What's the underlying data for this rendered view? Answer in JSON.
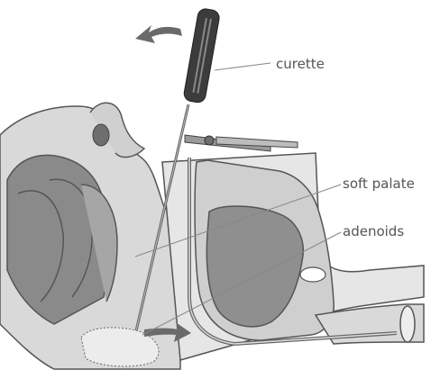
{
  "labels": {
    "curette": "curette",
    "soft_palate": "soft palate",
    "adenoids": "adenoids"
  },
  "colors": {
    "tissue_light": "#d9d9d9",
    "tissue_mid": "#c2c2c2",
    "tissue_dark": "#8a8a8a",
    "instrument_dark": "#3c3c3c",
    "outline": "#555555",
    "leader_line": "#888888"
  },
  "icons": [
    "curette-handle",
    "motion-arrow-left",
    "motion-arrow-right",
    "mouth-gag",
    "suction-tube"
  ]
}
